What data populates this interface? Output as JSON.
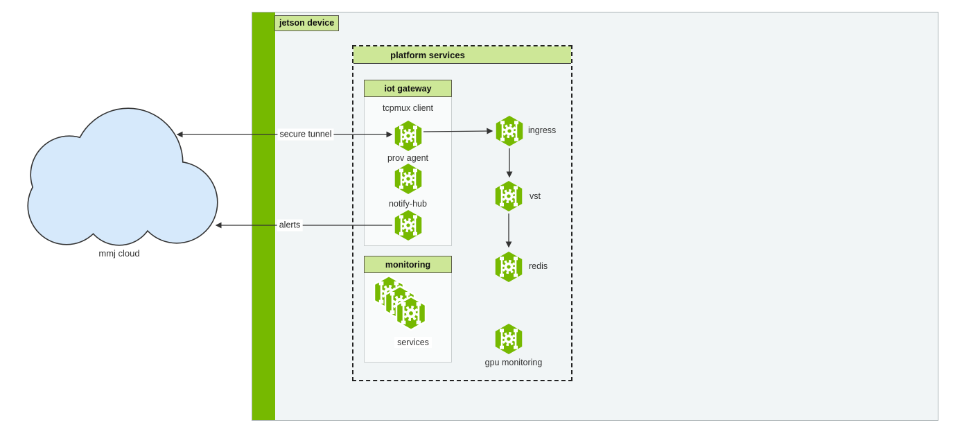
{
  "colors": {
    "accent_green": "#76b900",
    "label_green": "#cde797",
    "cloud_blue": "#d6e9fb",
    "device_background": "#f1f5f6"
  },
  "cloud": {
    "label": "mmj cloud"
  },
  "jetson": {
    "label": "jetson device"
  },
  "platform": {
    "label": "platform services"
  },
  "iot_gateway": {
    "label": "iot gateway",
    "services": [
      {
        "label": "tcpmux client"
      },
      {
        "label": "prov agent"
      },
      {
        "label": "notify-hub"
      }
    ]
  },
  "monitoring": {
    "label": "monitoring",
    "group_label": "services"
  },
  "right_nodes": [
    {
      "label": "ingress"
    },
    {
      "label": "vst"
    },
    {
      "label": "redis"
    },
    {
      "label": "gpu monitoring"
    }
  ],
  "edges": {
    "secure_tunnel": "secure tunnel",
    "alerts": "alerts"
  }
}
